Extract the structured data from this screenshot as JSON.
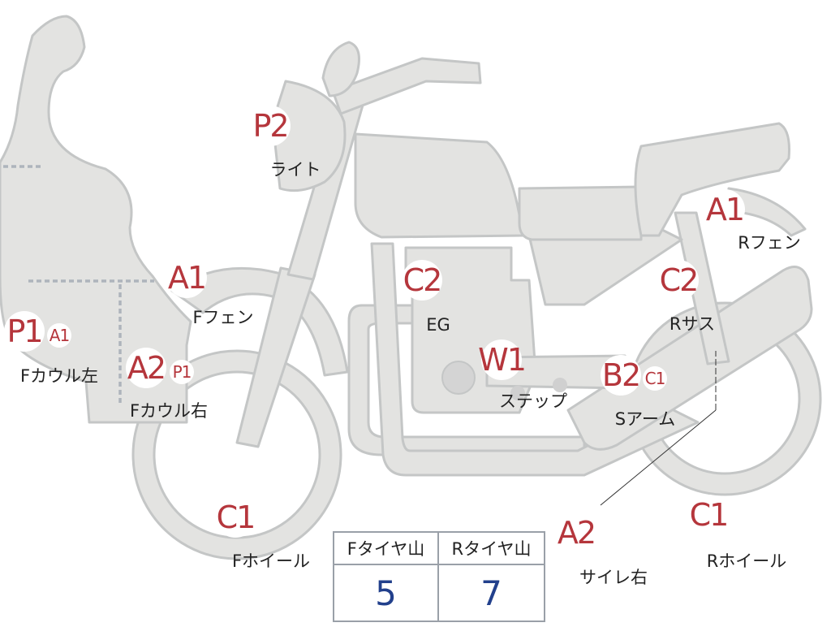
{
  "colors": {
    "part_fill": "#e3e3e1",
    "part_stroke": "#c4c6c6",
    "grade_text": "#b5363c",
    "value_text": "#22408c"
  },
  "parts": [
    {
      "id": "p1",
      "grade": "P1",
      "label": "Fカウル左"
    },
    {
      "id": "a1s",
      "grade": "A1",
      "label": ""
    },
    {
      "id": "a2",
      "grade": "A2",
      "label": "Fカウル右"
    },
    {
      "id": "p1s",
      "grade": "P1",
      "label": ""
    },
    {
      "id": "a1",
      "grade": "A1",
      "label": "Fフェン"
    },
    {
      "id": "p2",
      "grade": "P2",
      "label": "ライト"
    },
    {
      "id": "c2",
      "grade": "C2",
      "label": "EG"
    },
    {
      "id": "w1",
      "grade": "W1",
      "label": "ステップ"
    },
    {
      "id": "b2",
      "grade": "B2",
      "label": "Sアーム"
    },
    {
      "id": "c1s",
      "grade": "C1",
      "label": ""
    },
    {
      "id": "c2r",
      "grade": "C2",
      "label": "Rサス"
    },
    {
      "id": "a1r",
      "grade": "A1",
      "label": "Rフェン"
    },
    {
      "id": "c1f",
      "grade": "C1",
      "label": "Fホイール"
    },
    {
      "id": "a2m",
      "grade": "A2",
      "label": "サイレ右"
    },
    {
      "id": "c1r",
      "grade": "C1",
      "label": "Rホイール"
    }
  ],
  "tire_table": {
    "headers": [
      "Fタイヤ山",
      "Rタイヤ山"
    ],
    "values": [
      "5",
      "7"
    ]
  }
}
